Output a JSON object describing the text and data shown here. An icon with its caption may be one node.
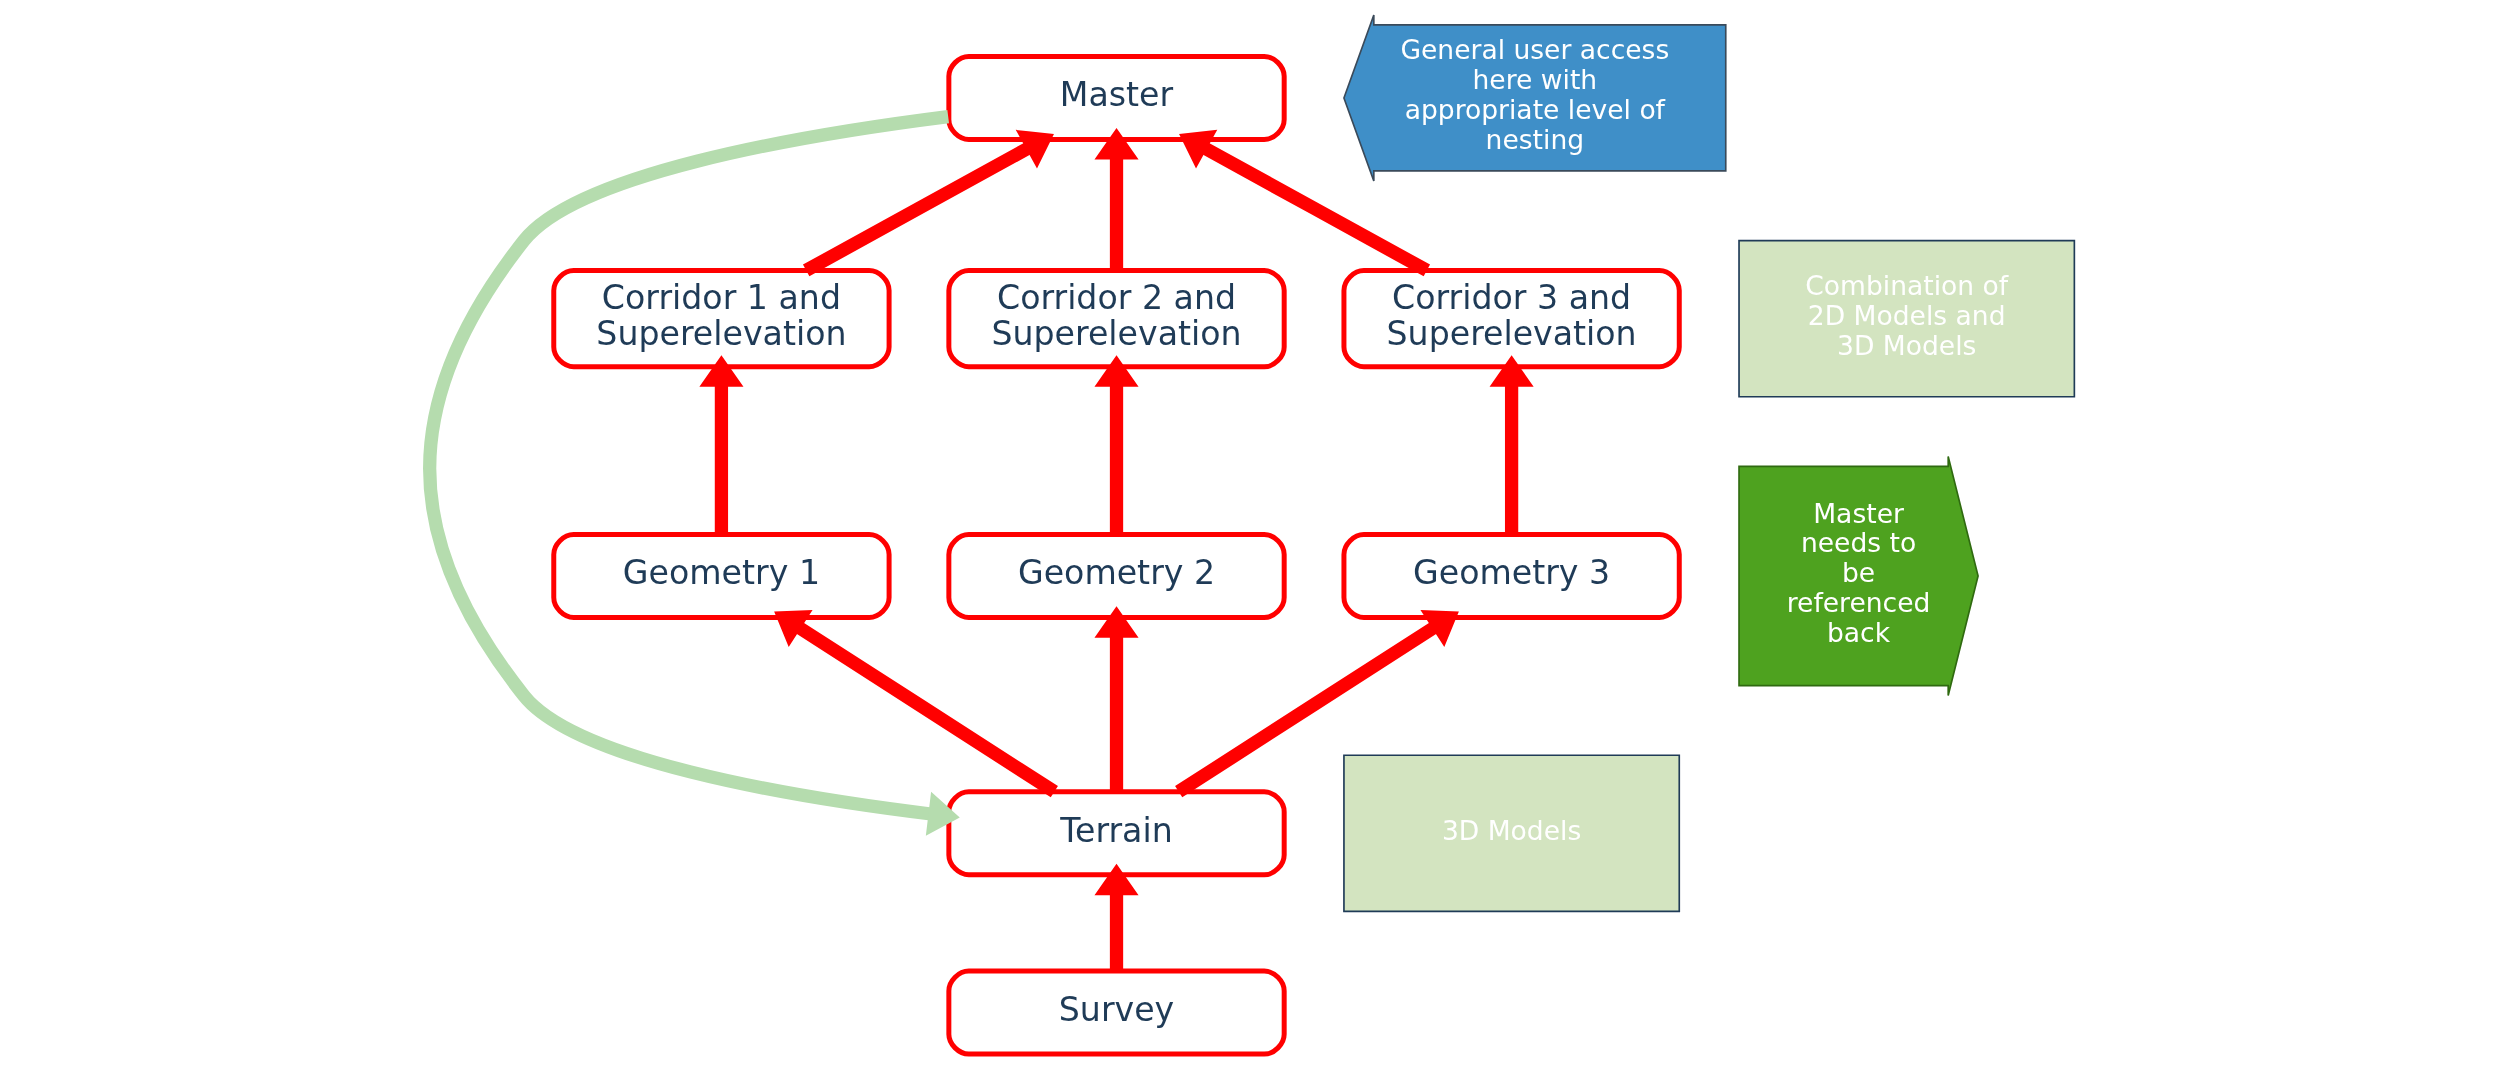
{
  "diagram": {
    "nodes": [
      {
        "text": [
          "Master"
        ]
      },
      {
        "text": [
          "Corridor 1 and Superelevation"
        ]
      },
      {
        "text": [
          "Corridor 2 and Superelevation"
        ]
      },
      {
        "text": [
          "Corridor 3 and Superelevation"
        ]
      },
      {
        "text": [
          "Geometry 1"
        ]
      },
      {
        "text": [
          "Geometry 2"
        ]
      },
      {
        "text": [
          "Geometry 3"
        ]
      },
      {
        "text": [
          "Terrain"
        ]
      },
      {
        "text": [
          "Survey"
        ]
      },
      {
        "text": [
          "General user access here with appropriate level of nesting"
        ]
      },
      {
        "text": [
          "Combination of 2D Models and 3D Models"
        ]
      },
      {
        "text": [
          "3D Models"
        ]
      },
      {
        "text": [
          "Master needs to be referenced back"
        ]
      }
    ],
    "edges": [
      {
        "from": 8,
        "to": 7,
        "arrow": "to"
      },
      {
        "from": 7,
        "to": 4,
        "arrow": "to"
      },
      {
        "from": 7,
        "to": 5,
        "arrow": "to"
      },
      {
        "from": 7,
        "to": 6,
        "arrow": "to"
      },
      {
        "from": 4,
        "to": 1,
        "arrow": "to"
      },
      {
        "from": 5,
        "to": 2,
        "arrow": "to"
      },
      {
        "from": 6,
        "to": 3,
        "arrow": "to"
      },
      {
        "from": 1,
        "to": 0,
        "arrow": "to"
      },
      {
        "from": 2,
        "to": 0,
        "arrow": "to"
      },
      {
        "from": 3,
        "to": 0,
        "arrow": "to"
      },
      {
        "from": 0,
        "to": 7,
        "arrow": "to",
        "color": "#b5dcae"
      }
    ]
  }
}
